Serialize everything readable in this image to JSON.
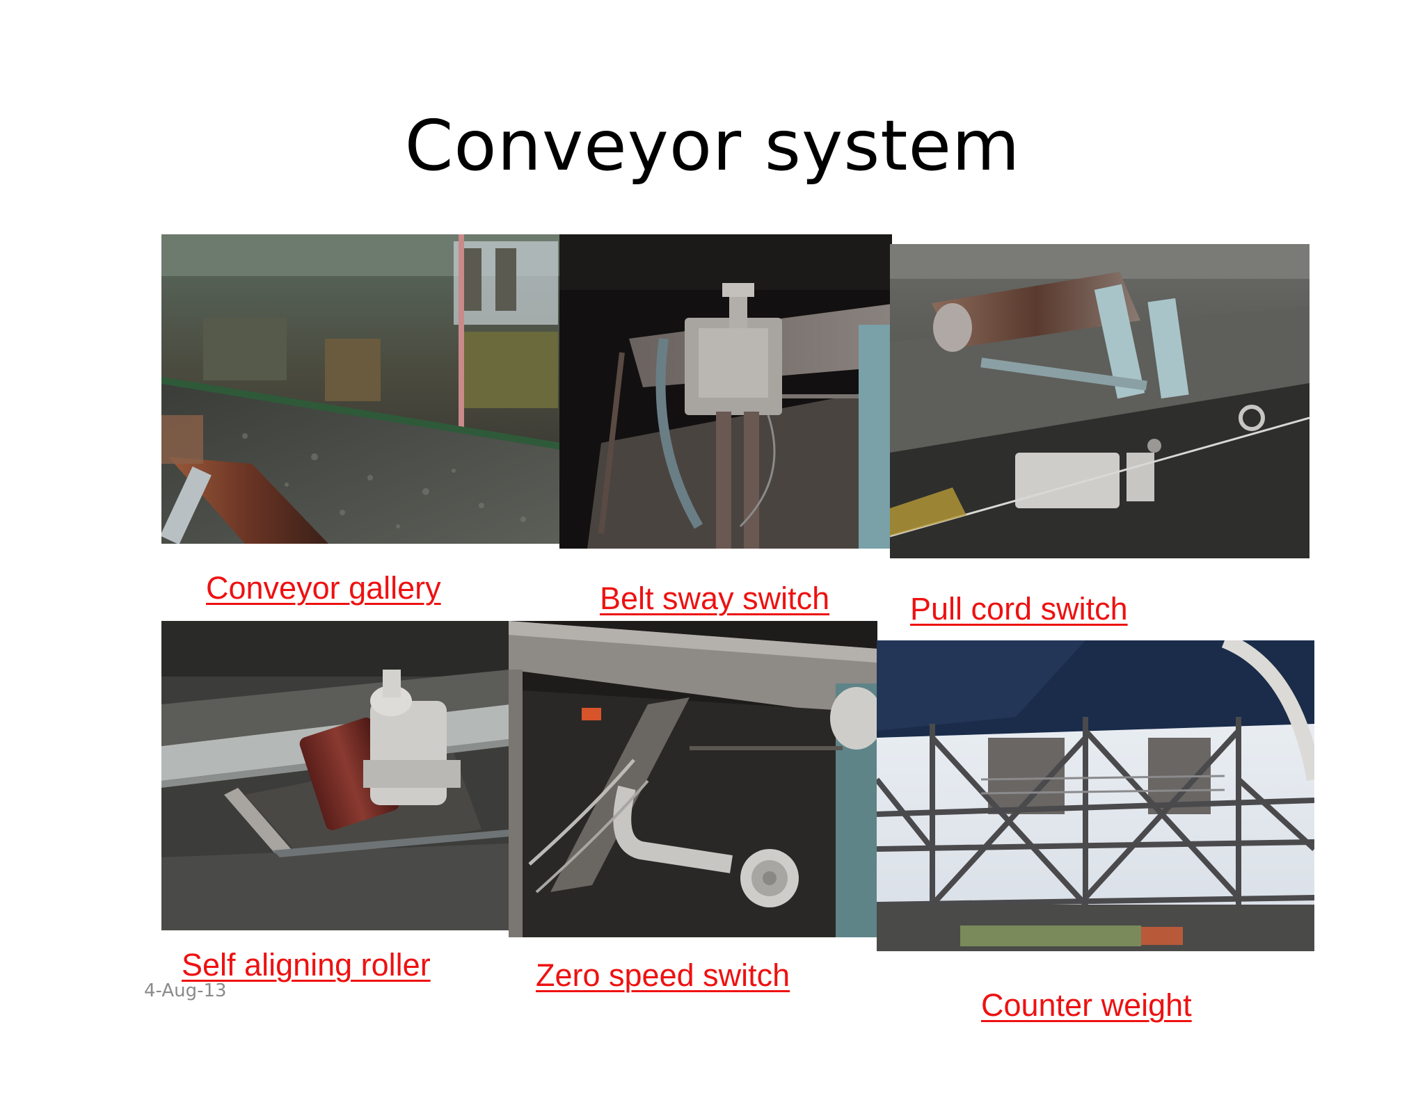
{
  "slide": {
    "title": "Conveyor system",
    "date": "4-Aug-13"
  },
  "photos": [
    {
      "name": "conveyor-gallery-photo",
      "caption": "Conveyor gallery"
    },
    {
      "name": "belt-sway-switch-photo",
      "caption": "Belt sway switch"
    },
    {
      "name": "pull-cord-switch-photo",
      "caption": "Pull cord switch"
    },
    {
      "name": "self-aligning-roller-photo",
      "caption": "Self aligning roller"
    },
    {
      "name": "zero-speed-switch-photo",
      "caption": "Zero speed switch"
    },
    {
      "name": "counter-weight-photo",
      "caption": "Counter weight"
    }
  ],
  "colors": {
    "caption": "#ee1111",
    "title": "#000000",
    "date": "#8a8a8a"
  }
}
